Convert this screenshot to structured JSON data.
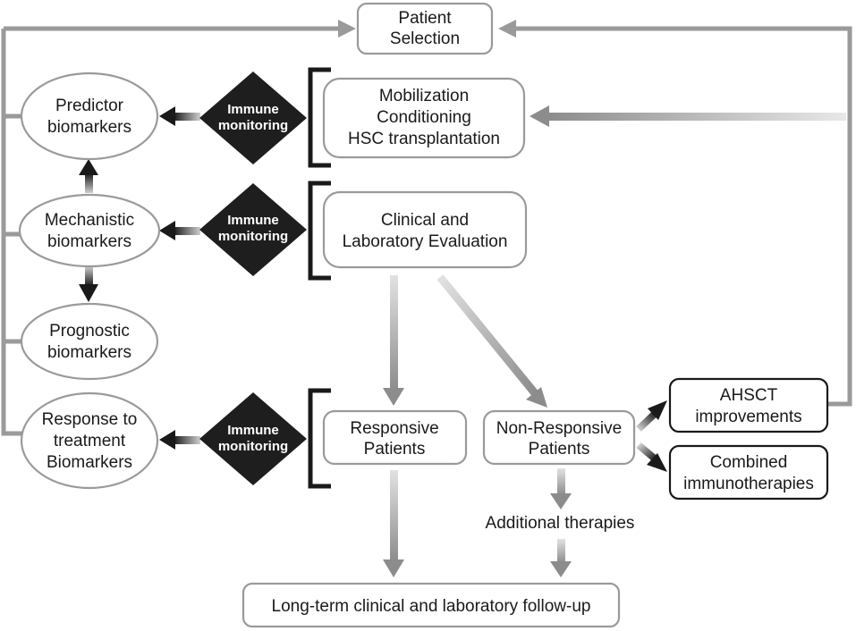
{
  "nodes": {
    "patient_selection": [
      "Patient",
      "Selection"
    ],
    "mobilization": [
      "Mobilization",
      "Conditioning",
      "HSC transplantation"
    ],
    "clinical_eval": [
      "Clinical and",
      "Laboratory Evaluation"
    ],
    "responsive": [
      "Responsive",
      "Patients"
    ],
    "non_responsive": [
      "Non-Responsive",
      "Patients"
    ],
    "ahsct": [
      "AHSCT",
      "improvements"
    ],
    "combined": [
      "Combined",
      "immunotherapies"
    ],
    "additional": "Additional therapies",
    "followup": "Long-term clinical and laboratory follow-up"
  },
  "biomarkers": {
    "predictor": [
      "Predictor",
      "biomarkers"
    ],
    "mechanistic": [
      "Mechanistic",
      "biomarkers"
    ],
    "prognostic": [
      "Prognostic",
      "biomarkers"
    ],
    "response": [
      "Response to",
      "treatment",
      "Biomarkers"
    ]
  },
  "immune_monitoring": [
    "Immune",
    "monitoring"
  ],
  "colors": {
    "grey_line": "#9a9a9a",
    "dark": "#1a1a1a",
    "diamond_fill": "#1e1e1e"
  }
}
